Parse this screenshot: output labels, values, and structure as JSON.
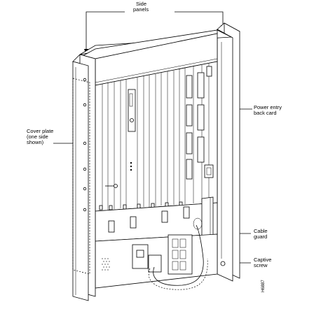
{
  "labels": {
    "side_panels_1": "Side",
    "side_panels_2": "panels",
    "cover_plate_1": "Cover plate",
    "cover_plate_2": "(one side",
    "cover_plate_3": "shown)",
    "power_entry_1": "Power entry",
    "power_entry_2": "back card",
    "cable_guard_1": "Cable",
    "cable_guard_2": "guard",
    "captive_screw_1": "Captive",
    "captive_screw_2": "screw",
    "figure_id": "H6887"
  }
}
